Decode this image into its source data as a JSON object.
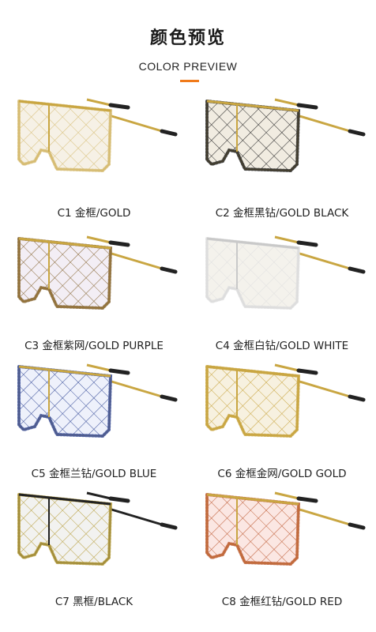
{
  "header": {
    "title": "颜色预览",
    "subtitle": "COLOR PREVIEW",
    "accent_color": "#f07a1a"
  },
  "variants": [
    {
      "label": "C1 金框/GOLD",
      "frame": "#c9a642",
      "stones": "#d8c07a",
      "lens": "#f6f1e6",
      "temple": "#c9a642",
      "tip": "#222222"
    },
    {
      "label": "C2 金框黑钻/GOLD BLACK",
      "frame": "#c9a642",
      "stones": "#2a2a2a",
      "lens": "#f1ece1",
      "temple": "#c9a642",
      "tip": "#222222"
    },
    {
      "label": "C3 金框紫网/GOLD PURPLE",
      "frame": "#c9a642",
      "stones": "#8a6a3a",
      "lens": "#f3eef5",
      "temple": "#c9a642",
      "tip": "#222222"
    },
    {
      "label": "C4 金框白钻/GOLD WHITE",
      "frame": "#c9c9c9",
      "stones": "#e0e0e0",
      "lens": "#f4f2ec",
      "temple": "#c9a642",
      "tip": "#222222"
    },
    {
      "label": "C5 金框兰钻/GOLD BLUE",
      "frame": "#c9a642",
      "stones": "#3a4f9a",
      "lens": "#eef1fb",
      "temple": "#c9a642",
      "tip": "#222222"
    },
    {
      "label": "C6 金框金网/GOLD GOLD",
      "frame": "#c9a642",
      "stones": "#c9a642",
      "lens": "#f7f1e0",
      "temple": "#c9a642",
      "tip": "#222222"
    },
    {
      "label": "C7 黑框/BLACK",
      "frame": "#222222",
      "stones": "#b8a040",
      "lens": "#f2f2f0",
      "temple": "#222222",
      "tip": "#222222"
    },
    {
      "label": "C8 金框红钻/GOLD RED",
      "frame": "#c9a642",
      "stones": "#c0603a",
      "lens": "#fbe7e3",
      "temple": "#c9a642",
      "tip": "#222222"
    }
  ]
}
